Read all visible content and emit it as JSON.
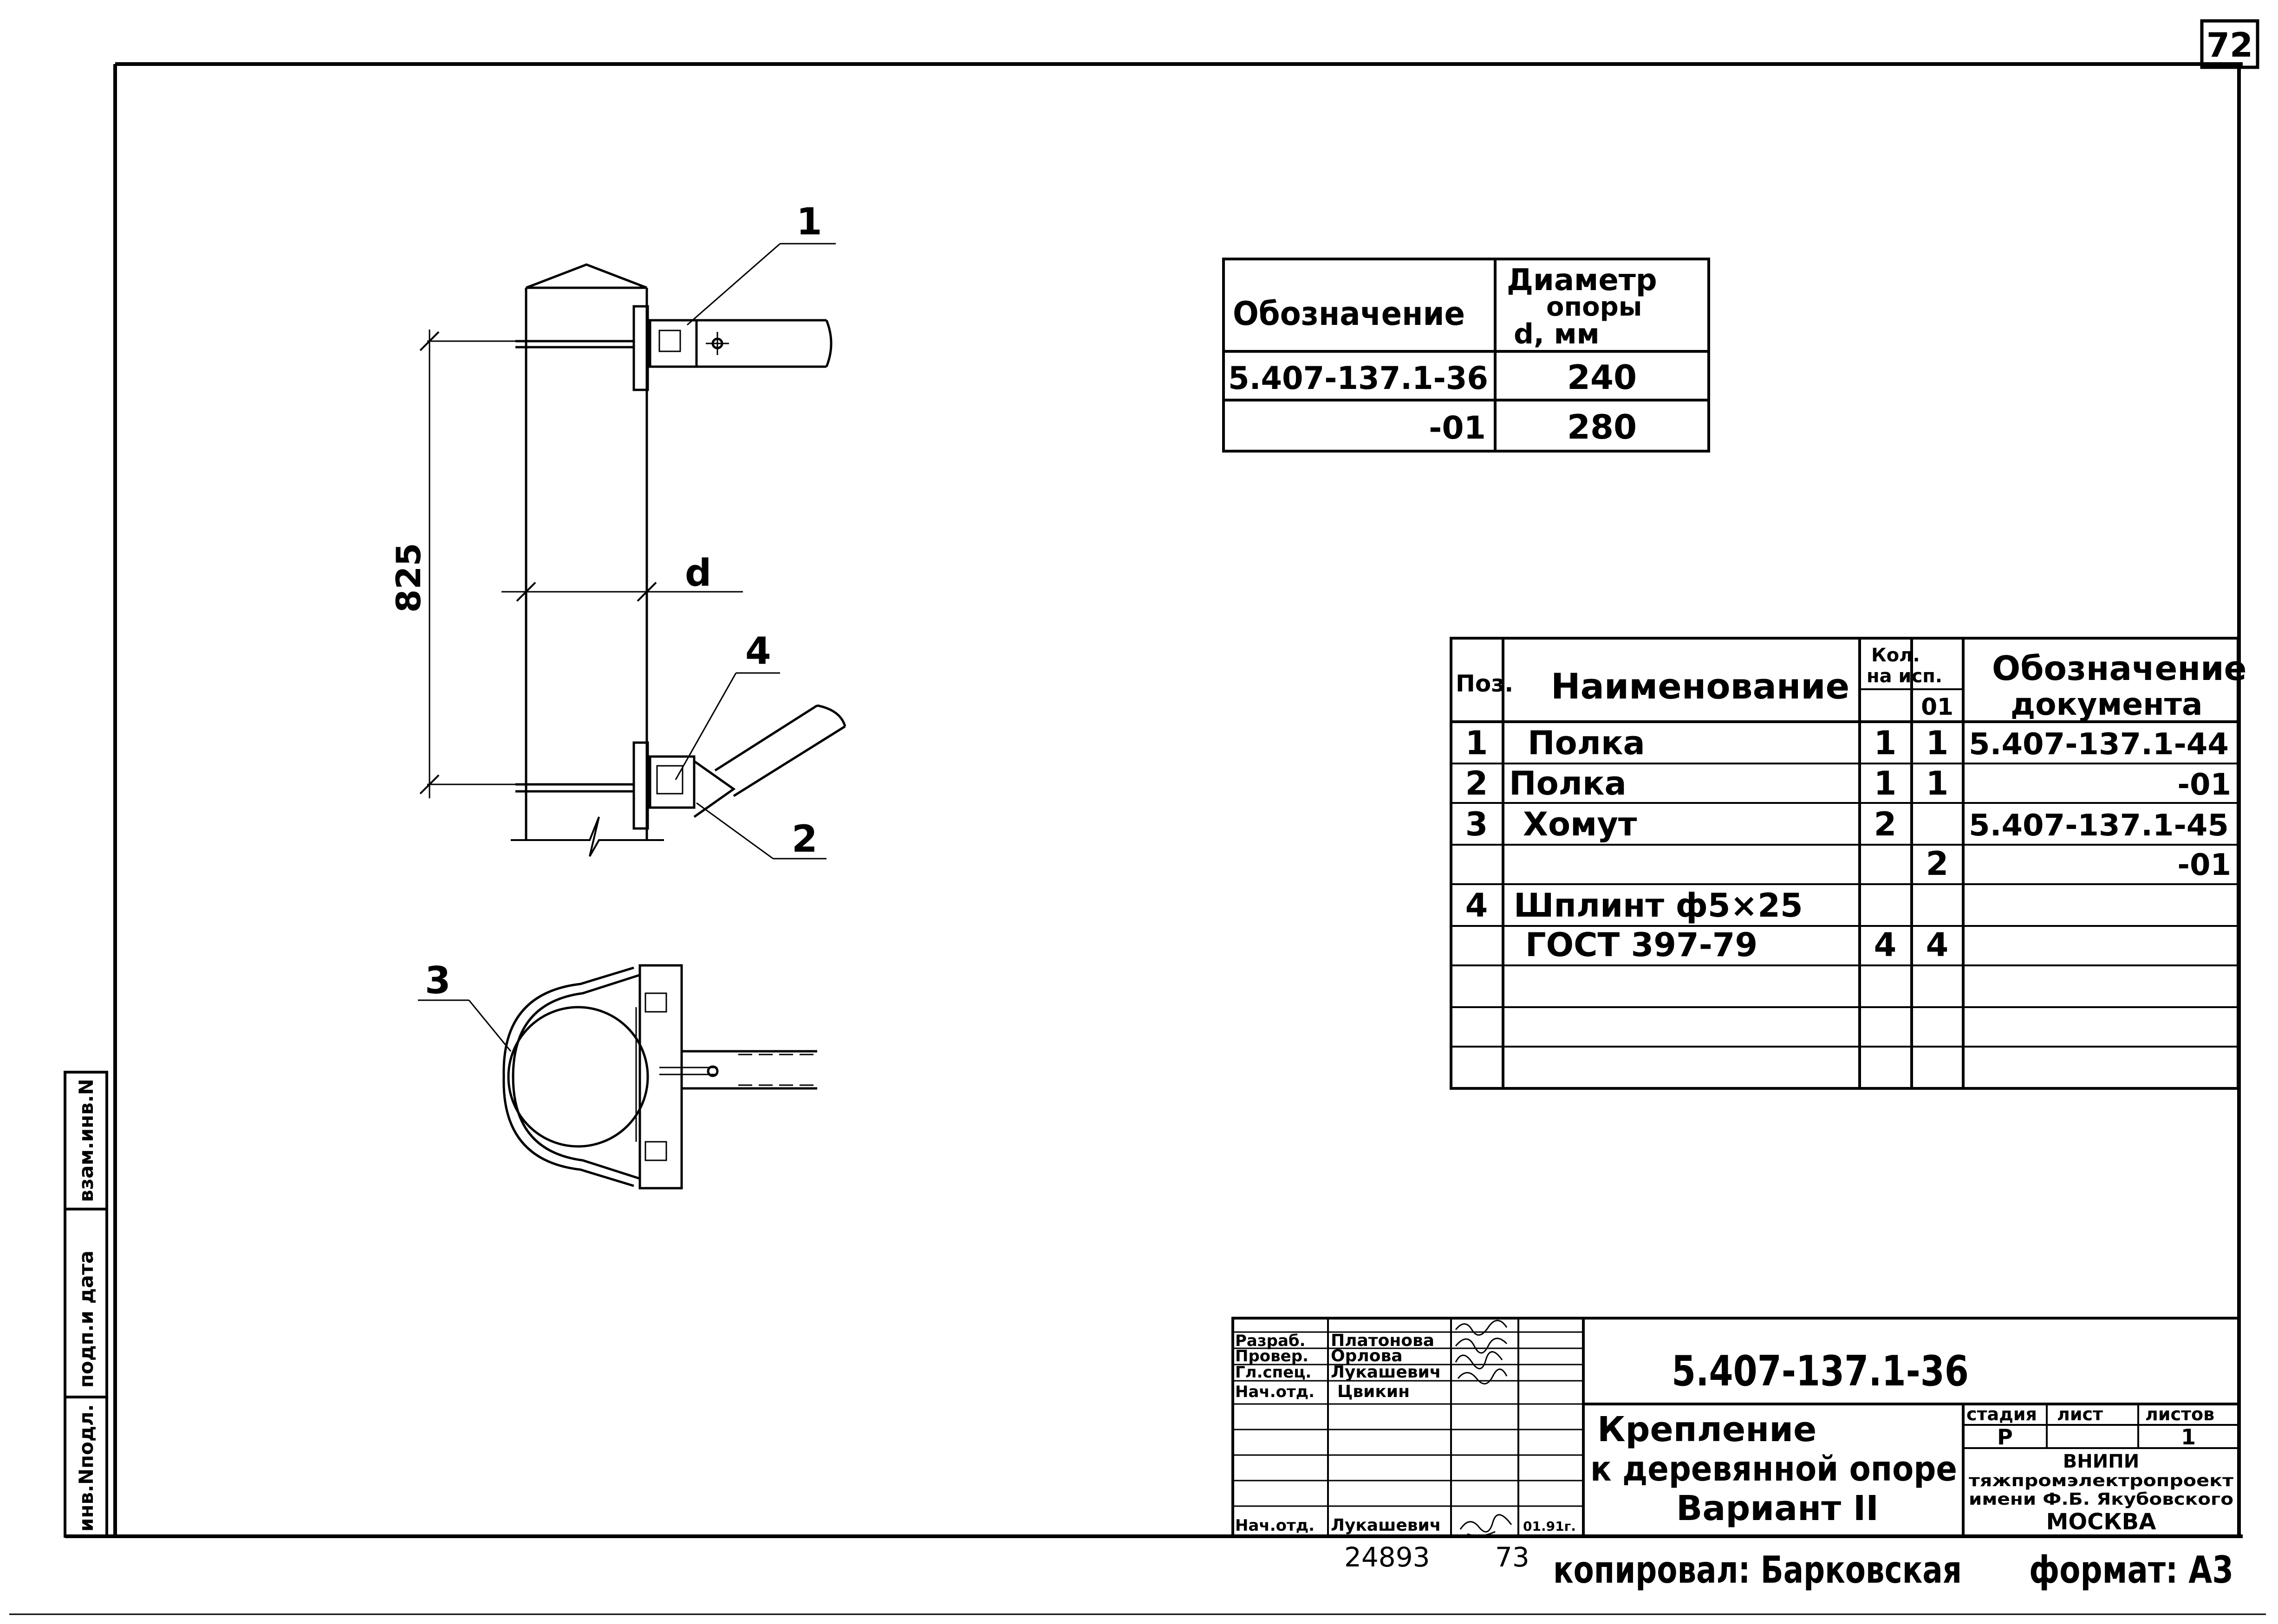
{
  "sheet": {
    "page_number": "72",
    "doc_code": "5.407-137.1-36",
    "format_label": "формат: A3",
    "copied_by": "копировал: Барковская",
    "inventory_number": "24893",
    "inventory_suffix": "73"
  },
  "side_stamp": {
    "inv_original": "инв.Nподл.",
    "sign_date": "подп.и дата",
    "replaced_inv": "взам.инв.N"
  },
  "variants_table": {
    "header_designation": "Обозначение",
    "header_diameter_line1": "Диаметр",
    "header_diameter_line2": "опоры",
    "header_diameter_line3": "d, мм",
    "rows": [
      {
        "designation": "5.407-137.1-36",
        "diameter": "240"
      },
      {
        "designation": "-01",
        "diameter": "280"
      }
    ]
  },
  "spec_table": {
    "header_pos": "Поз.",
    "header_name": "Наименование",
    "header_qty_line1": "Кол.",
    "header_qty_line2": "на исп.",
    "header_qty_sub1": "",
    "header_qty_sub2": "01",
    "header_doc_line1": "Обозначение",
    "header_doc_line2": "документа",
    "rows": [
      {
        "pos": "1",
        "name": "Полка",
        "q1": "1",
        "q2": "1",
        "doc": "5.407-137.1-44"
      },
      {
        "pos": "2",
        "name": "Полка",
        "q1": "1",
        "q2": "1",
        "doc": "-01"
      },
      {
        "pos": "3",
        "name": "Хомут",
        "q1": "2",
        "q2": "",
        "doc": "5.407-137.1-45"
      },
      {
        "pos": "",
        "name": "",
        "q1": "",
        "q2": "2",
        "doc": "-01"
      },
      {
        "pos": "4",
        "name": "Шплинт ф5×25",
        "q1": "",
        "q2": "",
        "doc": ""
      },
      {
        "pos": "",
        "name": "ГОСТ 397-79",
        "q1": "4",
        "q2": "4",
        "doc": ""
      }
    ]
  },
  "drawing": {
    "dim_height": "825",
    "dim_diameter": "d",
    "callout_1": "1",
    "callout_2": "2",
    "callout_3": "3",
    "callout_4": "4"
  },
  "title_block": {
    "doc_code": "5.407-137.1-36",
    "title_line1": "Крепление",
    "title_line2": "к деревянной опоре",
    "title_line3": "Вариант II",
    "stage_label": "стадия",
    "sheet_label": "лист",
    "sheets_label": "листов",
    "stage_value": "Р",
    "sheet_value": "",
    "sheets_value": "1",
    "org_line1": "ВНИПИ",
    "org_line2": "тяжпромэлектропроект",
    "org_line3": "имени Ф.Б. Якубовского",
    "org_line4": "МОСКВА",
    "staff": [
      {
        "role": "Разраб.",
        "name": "Платонова",
        "date": ""
      },
      {
        "role": "Провер.",
        "name": "Орлова",
        "date": ""
      },
      {
        "role": "Гл.спец.",
        "name": "Лукашевич",
        "date": ""
      },
      {
        "role": "Нач.отд.",
        "name": "Цвикин",
        "date": ""
      },
      {
        "role": "Нач.отд.",
        "name": "Лукашевич",
        "date": "01.91г."
      }
    ]
  }
}
